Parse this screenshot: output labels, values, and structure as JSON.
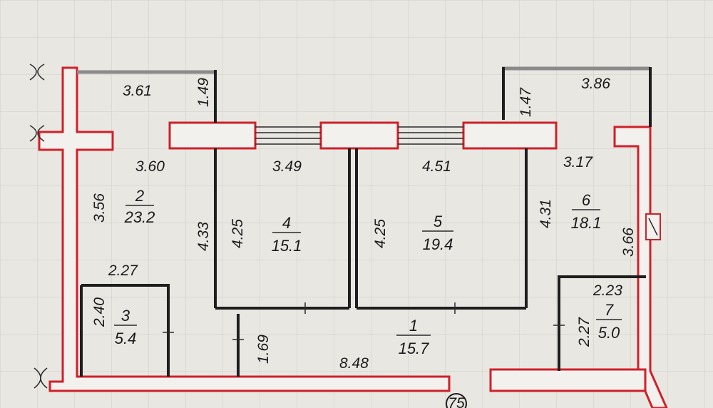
{
  "rooms": [
    {
      "number": "2",
      "area": "23.2"
    },
    {
      "number": "3",
      "area": "5.4"
    },
    {
      "number": "4",
      "area": "15.1"
    },
    {
      "number": "5",
      "area": "19.4"
    },
    {
      "number": "6",
      "area": "18.1"
    },
    {
      "number": "7",
      "area": "5.0"
    },
    {
      "number": "1",
      "area": "15.7"
    }
  ],
  "dimensions": {
    "balcony_left_width": "3.61",
    "balcony_left_depth": "1.49",
    "balcony_right_width": "3.86",
    "balcony_right_depth": "1.47",
    "room2_width": "3.60",
    "room2_height": "3.56",
    "room2_inner_height": "4.33",
    "room4_width": "3.49",
    "room4_height": "4.25",
    "room5_width": "4.51",
    "room5_height": "4.25",
    "room6_width": "3.17",
    "room6_height": "4.31",
    "room6_side": "3.66",
    "room3_width": "2.27",
    "room3_height": "2.40",
    "corridor_width": "1.69",
    "hall_length": "8.48",
    "room7_width": "2.23",
    "room7_height": "2.27"
  },
  "stair_marker": "75"
}
